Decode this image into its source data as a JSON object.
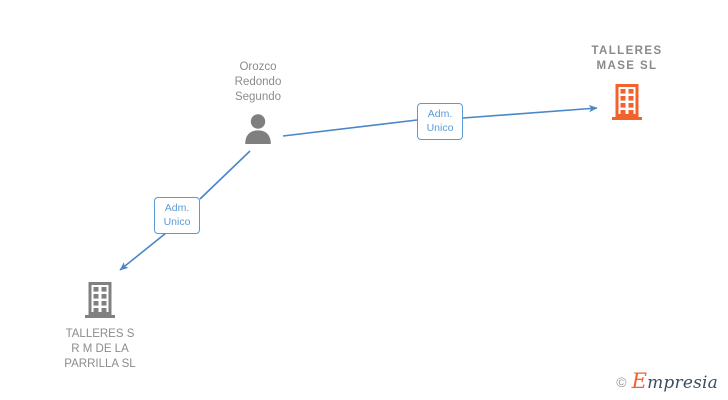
{
  "graph": {
    "background_color": "#ffffff",
    "edge_color": "#4a86c8",
    "nodes": [
      {
        "id": "person",
        "label": "Orozco\nRedondo\nSegundo",
        "icon": "person-icon",
        "icon_color": "#7f7f7f",
        "label_color": "#8c8c8c",
        "type": "person"
      },
      {
        "id": "company-mase",
        "label": "TALLERES\nMASE  SL",
        "icon": "building-icon",
        "icon_color": "#f4622c",
        "label_color": "#8a8a8a",
        "type": "company"
      },
      {
        "id": "company-parrilla",
        "label": "TALLERES S\nR M DE LA\nPARRILLA SL",
        "icon": "building-icon",
        "icon_color": "#808080",
        "label_color": "#8c8c8c",
        "type": "company"
      }
    ],
    "edges": [
      {
        "id": "edge-1",
        "from": "person",
        "to": "company-mase",
        "label": "Adm.\nUnico",
        "label_color": "#5b9bd5",
        "border_color": "#5b9bd5"
      },
      {
        "id": "edge-2",
        "from": "person",
        "to": "company-parrilla",
        "label": "Adm.\nUnico",
        "label_color": "#5b9bd5",
        "border_color": "#5b9bd5"
      }
    ]
  },
  "watermark": {
    "copyright": "©",
    "brand_initial": "E",
    "brand_rest": "mpresia",
    "initial_color": "#f4622c",
    "rest_color": "#3d4f5d"
  }
}
